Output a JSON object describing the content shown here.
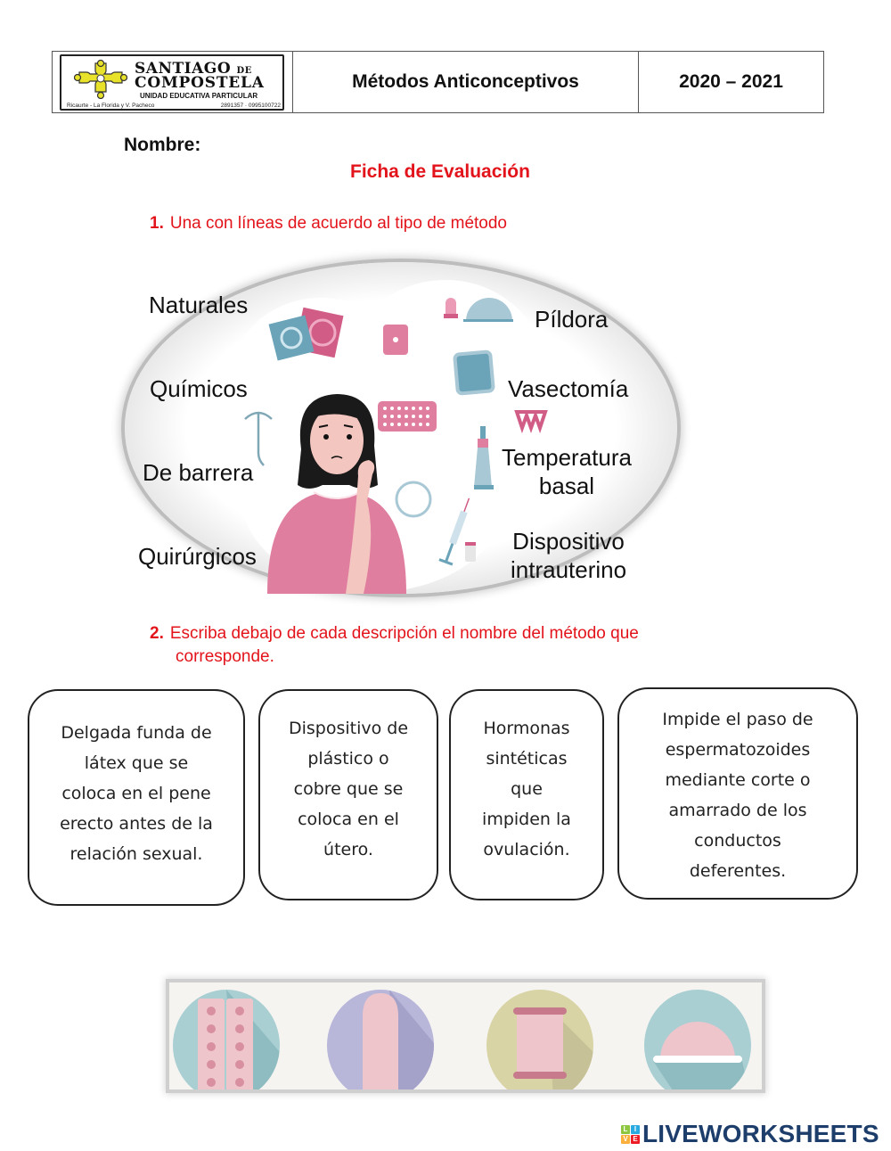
{
  "header": {
    "logo": {
      "name_line1": "SANTIAGO",
      "name_line1_suffix": "DE",
      "name_line2": "COMPOSTELA",
      "subtitle": "UNIDAD EDUCATIVA PARTICULAR",
      "address": "Ricaurte - La Florida y V. Pacheco",
      "phones": "2891357 · 0995100722"
    },
    "title": "Métodos Anticonceptivos",
    "year": "2020 – 2021"
  },
  "nombre_label": "Nombre:",
  "worksheet_title": "Ficha de Evaluación",
  "question1": {
    "number": "1.",
    "text": "Una con líneas de acuerdo al tipo de método",
    "left_labels": [
      "Naturales",
      "Químicos",
      "De barrera",
      "Quirúrgicos"
    ],
    "right_labels": [
      "Píldora",
      "Vasectomía",
      "Temperatura basal",
      "Dispositivo intrauterino"
    ],
    "right_labels_lines": [
      [
        "Píldora"
      ],
      [
        "Vasectomía"
      ],
      [
        "Temperatura",
        "basal"
      ],
      [
        "Dispositivo",
        "intrauterino"
      ]
    ]
  },
  "question2": {
    "number": "2.",
    "text_line1": "Escriba debajo de cada descripción el nombre del método que",
    "text_line2": "corresponde.",
    "cards": [
      "Delgada funda de\nlátex que se\ncoloca en el pene\nerecto antes de la\nrelación sexual.",
      "Dispositivo de\nplástico o\ncobre que se\ncoloca en el\nútero.",
      "Hormonas\nsintéticas\nque\nimpiden la\novulación.",
      "Impide el paso de\nespermatozoides\nmediante corte o\namarrado de los\nconductos\ndeferentes."
    ]
  },
  "image_strip": {
    "items": [
      "pill-pack-icon",
      "condom-icon",
      "patch-icon",
      "diaphragm-icon"
    ]
  },
  "footer": {
    "brand": "LIVEWORKSHEETS",
    "blocks": [
      "L",
      "I",
      "V",
      "E"
    ],
    "block_colors": [
      "#8dc63f",
      "#29abe2",
      "#fbb03b",
      "#ed1c24"
    ]
  },
  "colors": {
    "accent_red": "#e3131b",
    "brand_navy": "#1d3d6b"
  }
}
